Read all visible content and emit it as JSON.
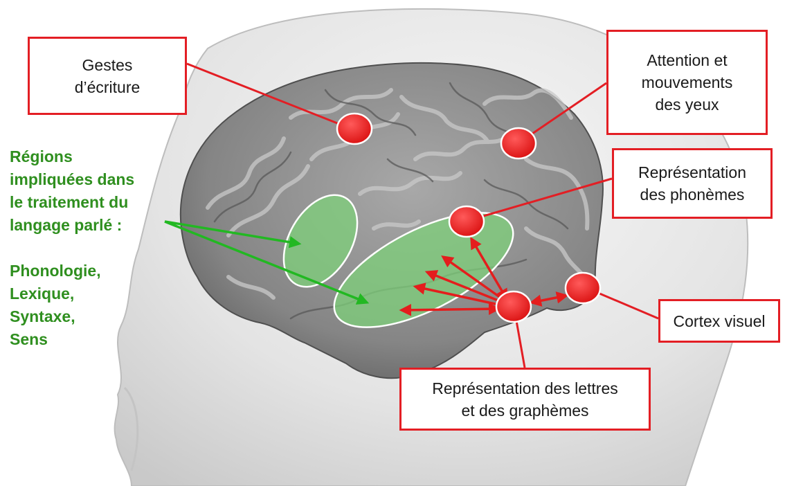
{
  "callouts": {
    "writing_gestures": "Gestes\nd’écriture",
    "attention_eye_movements": "Attention et\nmouvements\ndes yeux",
    "phoneme_representation": "Représentation\ndes phonèmes",
    "visual_cortex": "Cortex visuel",
    "letter_grapheme_representation": "Représentation des lettres\net des graphèmes"
  },
  "spoken_language": {
    "heading_lines": [
      "Régions",
      "impliquées dans",
      "le traitement du",
      "langage parlé :"
    ],
    "components": [
      "Phonologie,",
      "Lexique,",
      "Syntaxe,",
      "Sens"
    ]
  },
  "colors": {
    "callout_red": "#e31e24",
    "region_green": "#2f8f1f",
    "spot_red": "#e41d1d",
    "highlight_green": "#7ed07a",
    "brain_gray": "#8a8a8a",
    "head_gray": "#e2e2e2"
  }
}
